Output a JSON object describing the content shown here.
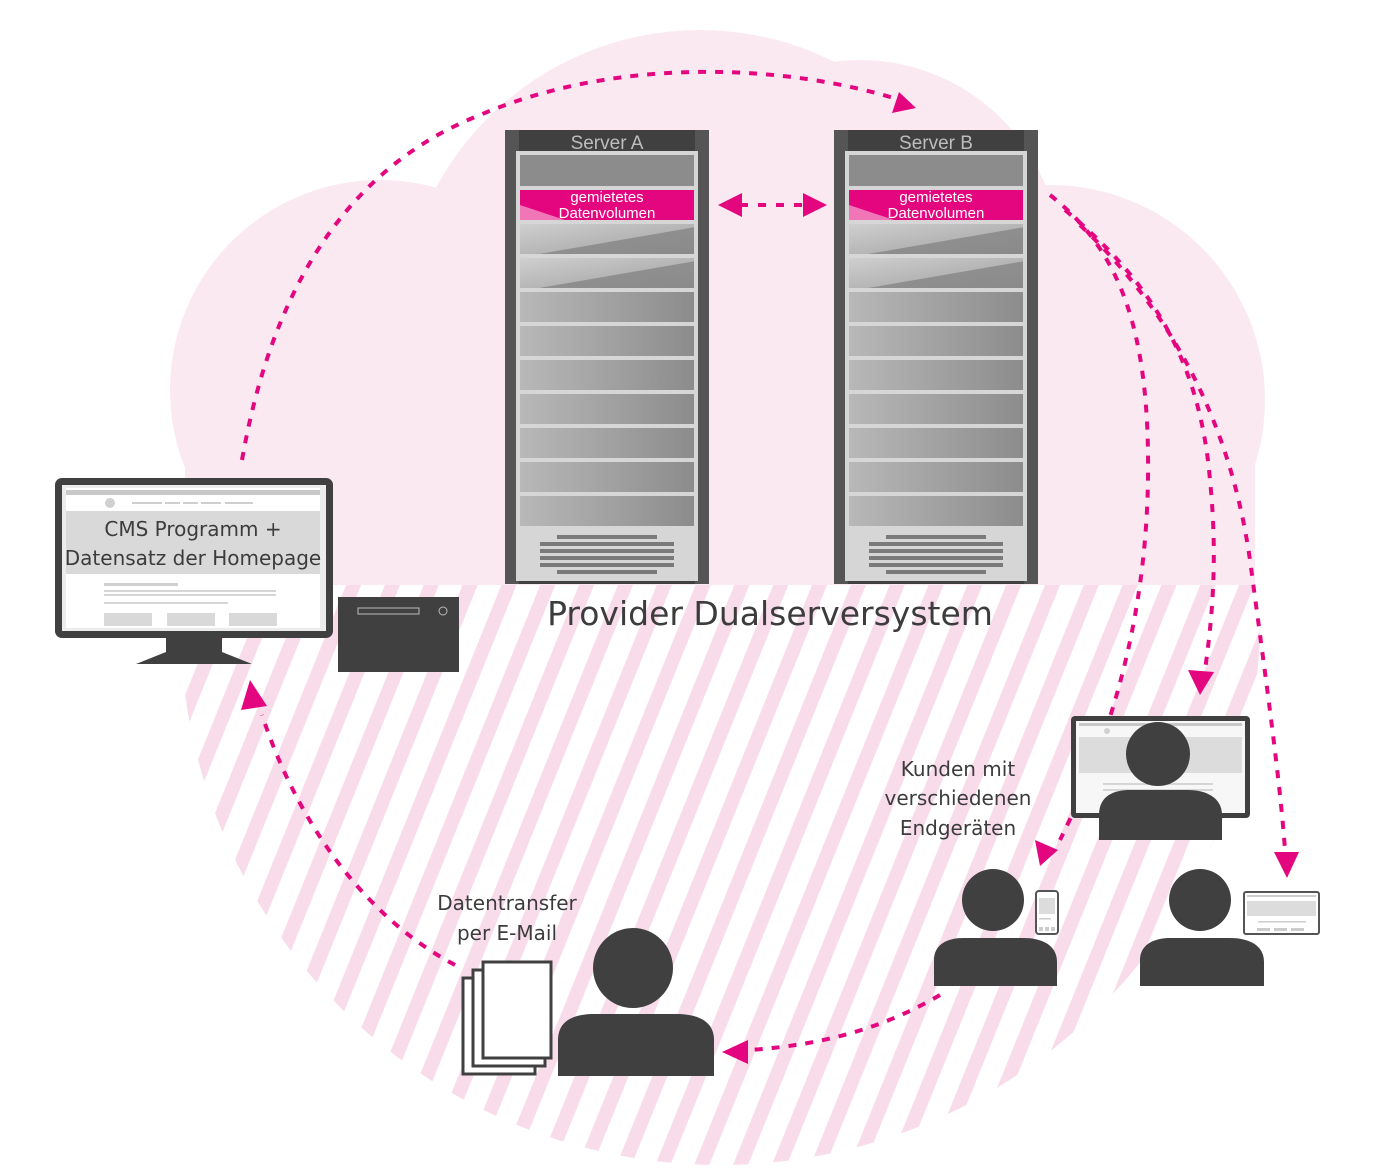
{
  "colors": {
    "accent": "#e3067f",
    "cloud": "#fbe9f2",
    "stripes": "#f9dcea",
    "device_dark": "#404040",
    "rack_light": "#c8c8c8"
  },
  "diagram": {
    "title": "Provider Dualserversystem",
    "servers": [
      {
        "name": "Server A",
        "volume_line1": "gemietetes",
        "volume_line2": "Datenvolumen"
      },
      {
        "name": "Server B",
        "volume_line1": "gemietetes",
        "volume_line2": "Datenvolumen"
      }
    ],
    "workstation": {
      "line1": "CMS Programm +",
      "line2": "Datensatz der Homepage",
      "icon": "desktop-computer-icon"
    },
    "customers": {
      "line1": "Kunden mit",
      "line2": "verschiedenen",
      "line3": "Endgeräten",
      "devices": [
        "desktop-monitor-icon",
        "smartphone-icon",
        "tablet-icon"
      ]
    },
    "email_transfer": {
      "line1": "Datentransfer",
      "line2": "per E-Mail",
      "icon": "documents-stack-icon"
    },
    "connections": [
      {
        "from": "workstation",
        "to": "Server B",
        "style": "dashed-arrow"
      },
      {
        "from": "Server A",
        "to": "Server B",
        "style": "dashed-double-arrow"
      },
      {
        "from": "Server B",
        "to": "customer-smartphone",
        "style": "dashed-arrow"
      },
      {
        "from": "Server B",
        "to": "customer-desktop",
        "style": "dashed-arrow"
      },
      {
        "from": "Server B",
        "to": "customer-tablet",
        "style": "dashed-arrow"
      },
      {
        "from": "customer-smartphone",
        "to": "email-user",
        "style": "dashed-arrow"
      },
      {
        "from": "email-user",
        "to": "workstation",
        "style": "dashed-arrow"
      }
    ]
  }
}
